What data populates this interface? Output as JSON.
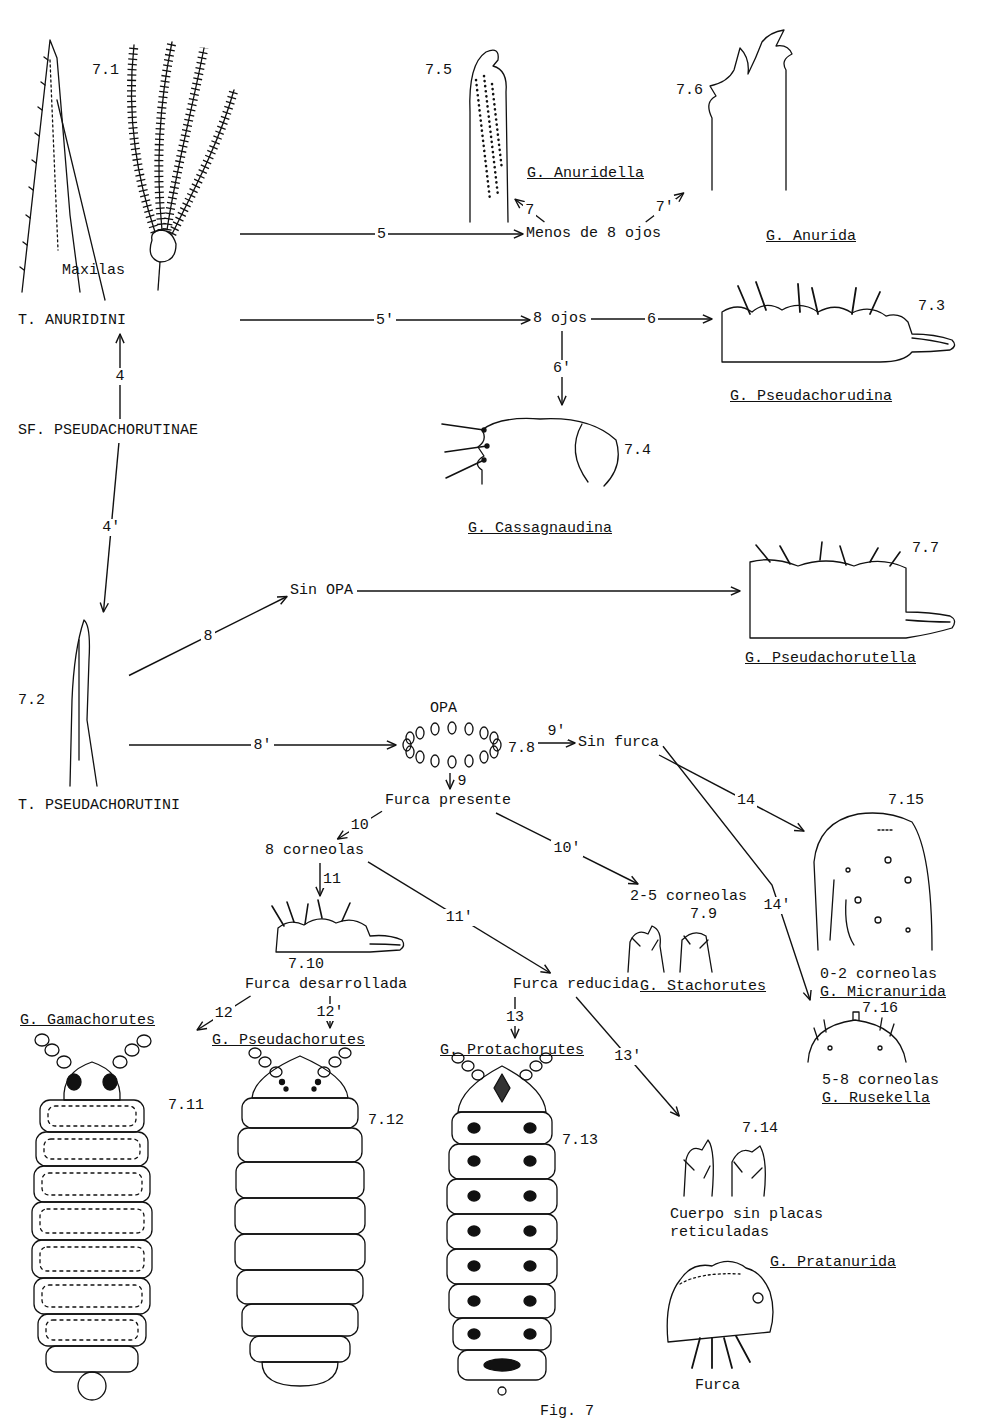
{
  "diagram": {
    "caption": "Fig. 7",
    "nodes": [
      {
        "text": [
          "SF. PSEUDACHORUTINAE"
        ]
      },
      {
        "text": [
          "7.1",
          "Maxilas",
          "T. ANURIDINI"
        ]
      },
      {
        "text": [
          "Menos de 8 ojos"
        ]
      },
      {
        "text": [
          "7.5",
          "G. Anuridella"
        ]
      },
      {
        "text": [
          "7.6",
          "G. Anurida"
        ]
      },
      {
        "text": [
          "8 ojos"
        ]
      },
      {
        "text": [
          "7.3",
          "G. Pseudachorudina"
        ]
      },
      {
        "text": [
          "7.4",
          "G. Cassagnaudina"
        ]
      },
      {
        "text": [
          "7.2",
          "T. PSEUDACHORUTINI"
        ]
      },
      {
        "text": [
          "Sin OPA"
        ]
      },
      {
        "text": [
          "7.7",
          "G. Pseudachorutella"
        ]
      },
      {
        "text": [
          "OPA",
          "7.8"
        ]
      },
      {
        "text": [
          "Sin furca"
        ]
      },
      {
        "text": [
          "Furca presente"
        ]
      },
      {
        "text": [
          "8 corneolas"
        ]
      },
      {
        "text": [
          "2-5 corneolas",
          "7.9",
          "G. Stachorutes"
        ]
      },
      {
        "text": [
          "7.15",
          "0-2 corneolas",
          "G. Micranurida"
        ]
      },
      {
        "text": [
          "7.16",
          "5-8 corneolas",
          "G. Rusekella"
        ]
      },
      {
        "text": [
          "7.10",
          "Furca desarrollada"
        ]
      },
      {
        "text": [
          "Furca reducida"
        ]
      },
      {
        "text": [
          "G. Gamachorutes",
          "7.11"
        ]
      },
      {
        "text": [
          "G. Pseudachorutes",
          "7.12"
        ]
      },
      {
        "text": [
          "G. Protachorutes",
          "7.13"
        ]
      },
      {
        "text": [
          "7.14",
          "Cuerpo sin placas reticuladas",
          "G. Pratanurida"
        ]
      }
    ],
    "edges": [
      {
        "from": 0,
        "to": 1,
        "arrow": "to",
        "label": "4"
      },
      {
        "from": 0,
        "to": 8,
        "arrow": "to",
        "label": "4'"
      },
      {
        "from": 1,
        "to": 2,
        "arrow": "to",
        "label": "5"
      },
      {
        "from": 1,
        "to": 5,
        "arrow": "to",
        "label": "5'"
      },
      {
        "from": 2,
        "to": 3,
        "arrow": "to",
        "label": "7"
      },
      {
        "from": 2,
        "to": 4,
        "arrow": "to",
        "label": "7'"
      },
      {
        "from": 5,
        "to": 6,
        "arrow": "to",
        "label": "6"
      },
      {
        "from": 5,
        "to": 7,
        "arrow": "to",
        "label": "6'"
      },
      {
        "from": 8,
        "to": 9,
        "arrow": "to",
        "label": "8"
      },
      {
        "from": 8,
        "to": 11,
        "arrow": "to",
        "label": "8'"
      },
      {
        "from": 9,
        "to": 10,
        "arrow": "to"
      },
      {
        "from": 11,
        "to": 12,
        "arrow": "to",
        "label": "9'"
      },
      {
        "from": 11,
        "to": 13,
        "arrow": "to",
        "label": "9"
      },
      {
        "from": 13,
        "to": 14,
        "arrow": "to",
        "label": "10"
      },
      {
        "from": 13,
        "to": 15,
        "arrow": "to",
        "label": "10'"
      },
      {
        "from": 12,
        "to": 16,
        "arrow": "to",
        "label": "14"
      },
      {
        "from": 12,
        "to": 17,
        "arrow": "to",
        "label": "14'"
      },
      {
        "from": 14,
        "to": 18,
        "arrow": "to",
        "label": "11"
      },
      {
        "from": 14,
        "to": 19,
        "arrow": "to",
        "label": "11'"
      },
      {
        "from": 18,
        "to": 20,
        "arrow": "to",
        "label": "12"
      },
      {
        "from": 18,
        "to": 21,
        "arrow": "to",
        "label": "12'"
      },
      {
        "from": 19,
        "to": 22,
        "arrow": "to",
        "label": "13"
      },
      {
        "from": 19,
        "to": 23,
        "arrow": "to",
        "label": "13'"
      }
    ],
    "labels": [
      "Furca"
    ]
  }
}
